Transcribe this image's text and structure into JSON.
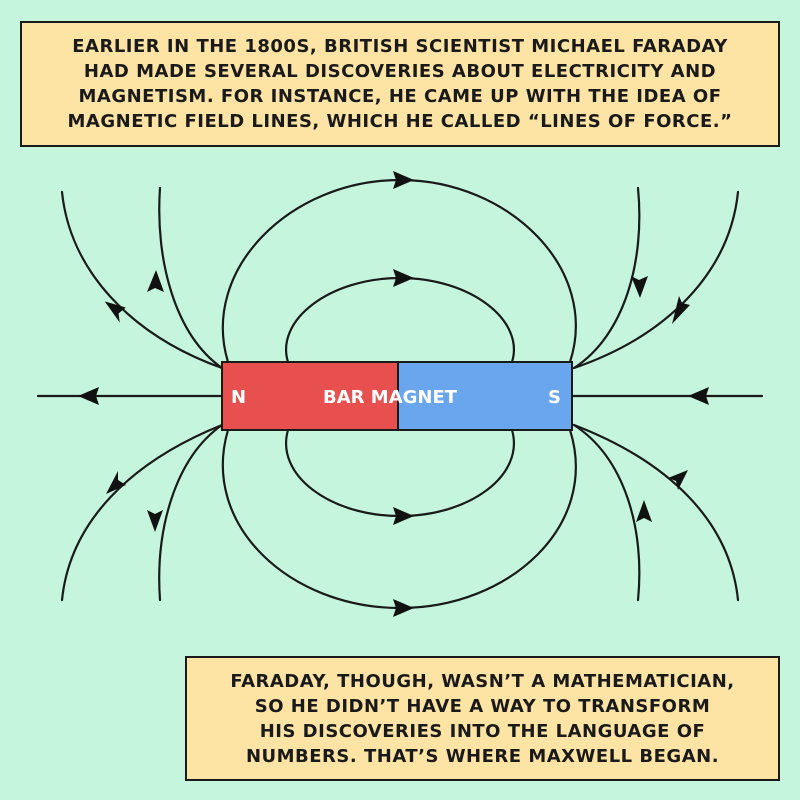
{
  "caption_top": {
    "lines": [
      "EARLIER IN THE 1800S, BRITISH SCIENTIST MICHAEL FARADAY",
      "HAD MADE SEVERAL DISCOVERIES ABOUT ELECTRICITY AND",
      "MAGNETISM. FOR INSTANCE, HE CAME UP WITH THE IDEA OF",
      "MAGNETIC FIELD LINES, WHICH HE CALLED “LINES OF FORCE.”"
    ]
  },
  "magnet": {
    "north_label": "N",
    "title": "BAR MAGNET",
    "south_label": "S",
    "north_color": "#e85050",
    "south_color": "#6aa6ee"
  },
  "caption_bottom": {
    "lines": [
      "FARADAY, THOUGH, WASN’T A MATHEMATICIAN,",
      "SO HE DIDN’T HAVE A WAY TO TRANSFORM",
      "HIS DISCOVERIES INTO THE LANGUAGE OF",
      "NUMBERS. THAT’S WHERE MAXWELL BEGAN."
    ]
  },
  "colors": {
    "background": "#c6f5dd",
    "caption_fill": "#fde4a5",
    "line": "#1a1a1a"
  }
}
